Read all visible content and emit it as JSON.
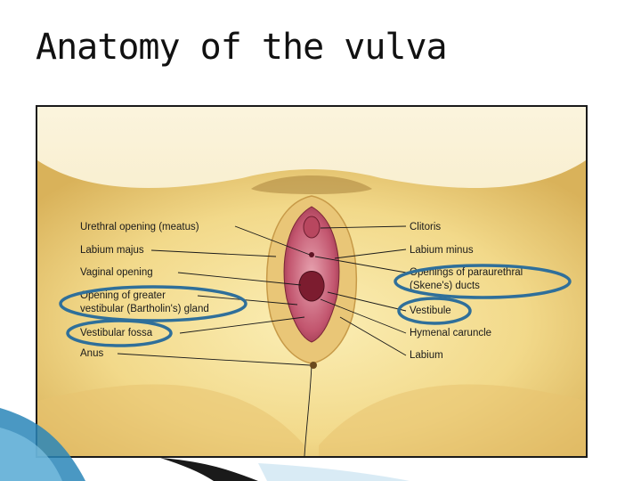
{
  "slide": {
    "title": "Anatomy of the vulva"
  },
  "diagram": {
    "left_labels": [
      {
        "key": "urethral_opening",
        "text": "Urethral opening (meatus)"
      },
      {
        "key": "labium_majus",
        "text": "Labium majus"
      },
      {
        "key": "vaginal_opening",
        "text": "Vaginal opening"
      },
      {
        "key": "greater_vestibular_1",
        "text": "Opening of greater"
      },
      {
        "key": "greater_vestibular_2",
        "text": "vestibular (Bartholin's) gland"
      },
      {
        "key": "vestibular_fossa",
        "text": "Vestibular fossa"
      },
      {
        "key": "anus",
        "text": "Anus"
      }
    ],
    "right_labels": [
      {
        "key": "clitoris",
        "text": "Clitoris"
      },
      {
        "key": "labium_minus",
        "text": "Labium minus"
      },
      {
        "key": "paraurethral_1",
        "text": "Openings of paraurethral"
      },
      {
        "key": "paraurethral_2",
        "text": "(Skene's) ducts"
      },
      {
        "key": "vestibule",
        "text": "Vestibule"
      },
      {
        "key": "hymenal_caruncle",
        "text": "Hymenal caruncle"
      },
      {
        "key": "labium",
        "text": "Labium"
      }
    ],
    "highlighted": [
      "Opening of greater vestibular (Bartholin's) gland",
      "Vestibular fossa",
      "Openings of paraurethral (Skene's) ducts",
      "Vestibule"
    ],
    "colors": {
      "highlight_ring": "#2f6f9a",
      "skin": "#f2d98a",
      "skin_shadow": "#d9b25a",
      "mucosa": "#c2556e",
      "background_tan": "#f7ecc8"
    }
  }
}
